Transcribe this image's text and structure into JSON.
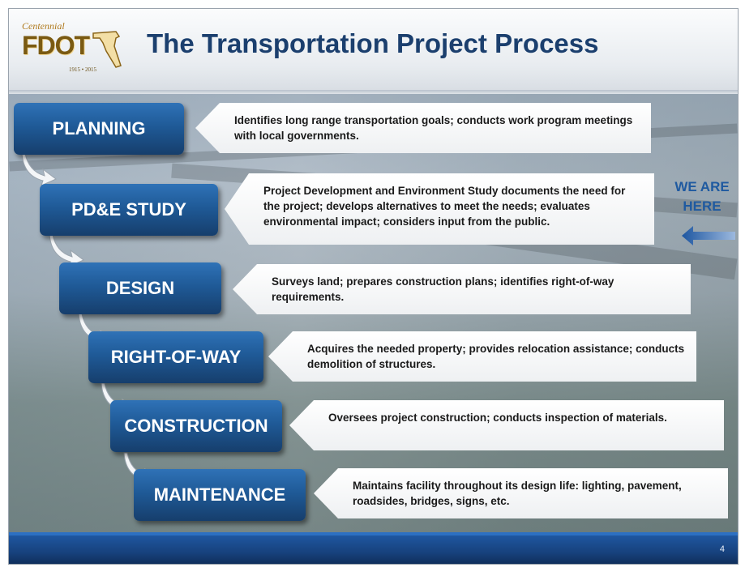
{
  "logo": {
    "centennial": "Centennial",
    "brand": "FDOT",
    "years": "1915 • 2015"
  },
  "title": "The Transportation Project Process",
  "steps": [
    {
      "label": "PLANNING",
      "description": "Identifies long range transportation goals; conducts work program meetings with local governments."
    },
    {
      "label": "PD&E STUDY",
      "description": "Project Development and Environment Study documents the need for the project; develops alternatives to meet the needs; evaluates environmental impact; considers input from the public."
    },
    {
      "label": "DESIGN",
      "description": "Surveys land; prepares construction plans; identifies right-of-way requirements."
    },
    {
      "label": "RIGHT-OF-WAY",
      "description": "Acquires the needed property; provides relocation assistance; conducts demolition of structures."
    },
    {
      "label": "CONSTRUCTION",
      "description": "Oversees project construction; conducts inspection of materials."
    },
    {
      "label": "MAINTENANCE",
      "description": "Maintains facility throughout its design life: lighting, pavement, roadsides, bridges, signs, etc."
    }
  ],
  "callout": {
    "line1": "WE ARE",
    "line2": "HERE"
  },
  "footer": {
    "page_number": "4"
  },
  "colors": {
    "title": "#1b3f6e",
    "step_blue": "#1f5a97",
    "footer_blue": "#17427d",
    "callout": "#1f5aa0"
  }
}
